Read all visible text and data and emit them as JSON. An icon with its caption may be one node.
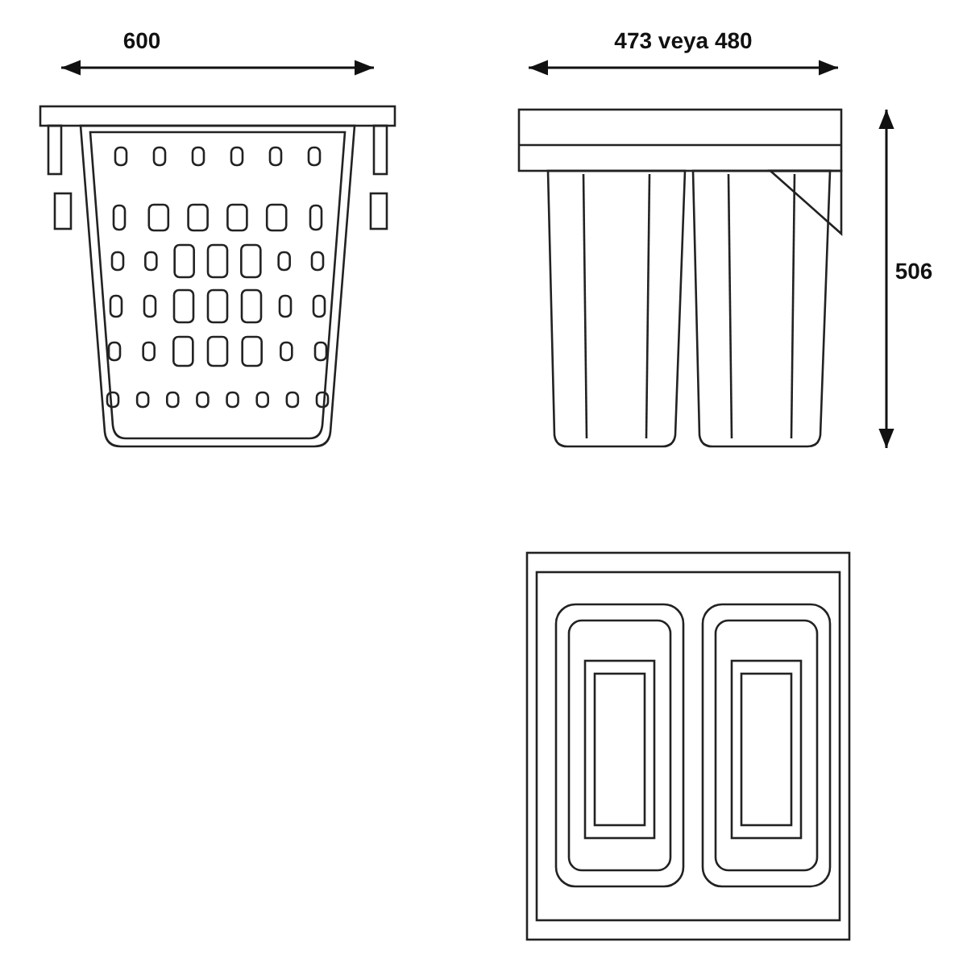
{
  "diagram": {
    "labels": [
      "600",
      "473 veya 480",
      "506"
    ]
  }
}
